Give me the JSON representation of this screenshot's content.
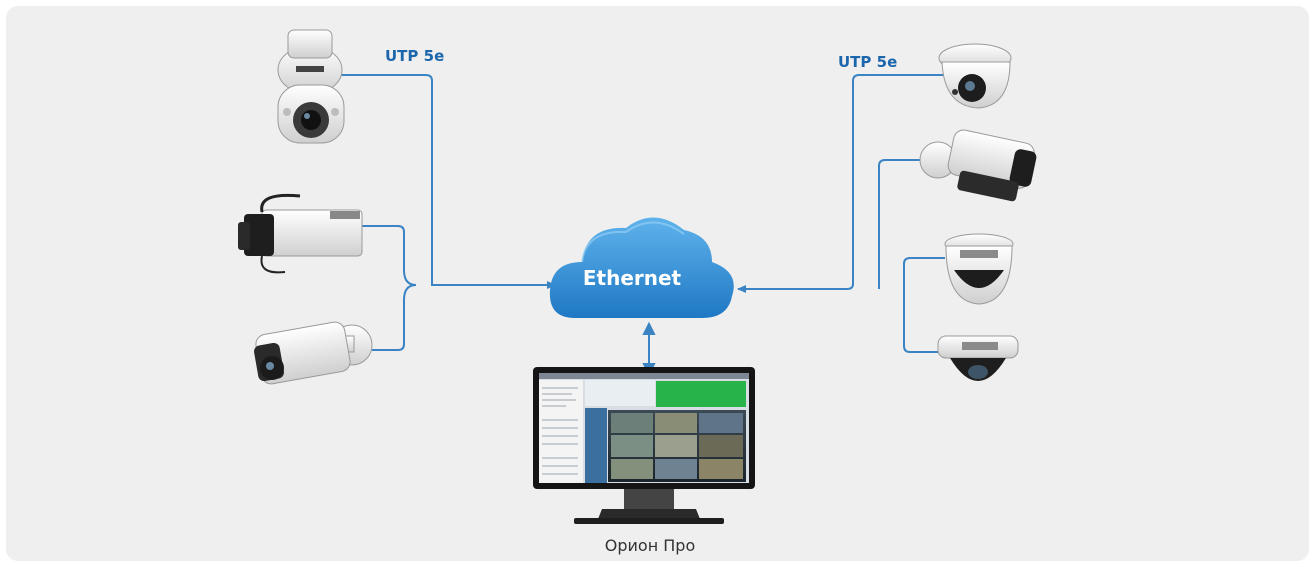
{
  "labels": {
    "link_left": "UTP 5e",
    "link_right": "UTP 5e",
    "network": "Ethernet",
    "workstation": "Орион Про"
  },
  "colors": {
    "background": "#efefef",
    "line": "#3a84c4",
    "label": "#1c66ad",
    "cloud": "#2f8fd6"
  },
  "devices": {
    "left": [
      "ptz-dome-camera",
      "box-camera",
      "bullet-camera"
    ],
    "right": [
      "turret-dome-camera",
      "bullet-camera",
      "dome-camera",
      "dome-camera"
    ],
    "center": "monitor-workstation"
  }
}
